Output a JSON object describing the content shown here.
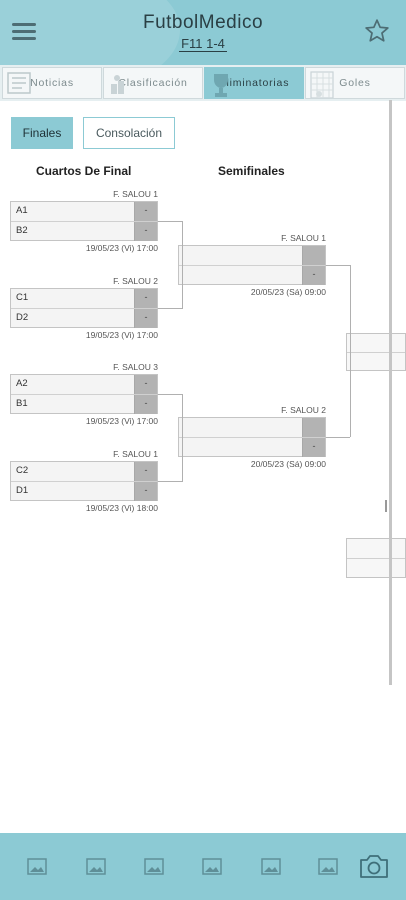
{
  "header": {
    "title": "FutbolMedico",
    "subtitle": "F11 1-4"
  },
  "tabs": [
    {
      "label": "Noticias"
    },
    {
      "label": "Clasificación"
    },
    {
      "label": "Eliminatorias"
    },
    {
      "label": "Goles"
    }
  ],
  "segments": {
    "finales": "Finales",
    "consolacion": "Consolación"
  },
  "rounds": {
    "quarterfinals": "Cuartos De Final",
    "semifinals": "Semifinales"
  },
  "quarterfinals": [
    {
      "venue": "F. SALOU 1",
      "team1": "A1",
      "team2": "B2",
      "score1": "-",
      "score2": "-",
      "datetime": "19/05/23 (Vi) 17:00"
    },
    {
      "venue": "F. SALOU 2",
      "team1": "C1",
      "team2": "D2",
      "score1": "-",
      "score2": "-",
      "datetime": "19/05/23 (Vi) 17:00"
    },
    {
      "venue": "F. SALOU 3",
      "team1": "A2",
      "team2": "B1",
      "score1": "-",
      "score2": "-",
      "datetime": "19/05/23 (Vi) 17:00"
    },
    {
      "venue": "F. SALOU 1",
      "team1": "C2",
      "team2": "D1",
      "score1": "-",
      "score2": "-",
      "datetime": "19/05/23 (Vi) 18:00"
    }
  ],
  "semifinals": [
    {
      "venue": "F. SALOU 1",
      "team1": "",
      "team2": "",
      "score1": "",
      "score2": "-",
      "datetime": "20/05/23 (Sá) 09:00"
    },
    {
      "venue": "F. SALOU 2",
      "team1": "",
      "team2": "",
      "score1": "",
      "score2": "-",
      "datetime": "20/05/23 (Sá) 09:00"
    }
  ],
  "colors": {
    "accent": "#8ccad4",
    "scoreBg": "#b3b3b3"
  },
  "icons": {
    "menu": "menu-icon",
    "star": "star-icon",
    "camera": "camera-icon",
    "ad": "image-icon"
  }
}
